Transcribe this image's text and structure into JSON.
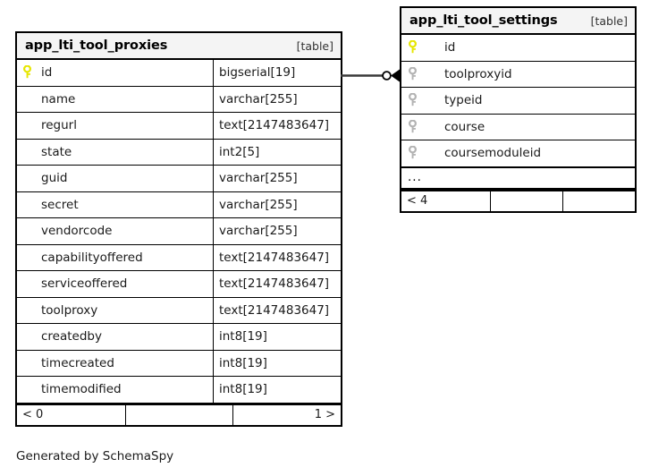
{
  "diagram": {
    "caption": "Generated by SchemaSpy",
    "background": "#ffffff",
    "line_color": "#3a3a3a",
    "pk_key_color": "#e6e600",
    "fk_key_color": "#b3b3b3",
    "border_color": "#000000",
    "header_background": "#f4f4f4"
  },
  "tables": {
    "proxies": {
      "name": "app_lti_tool_proxies",
      "kind": "[table]",
      "columns": [
        {
          "name": "id",
          "type": "bigserial[19]",
          "key": "primary"
        },
        {
          "name": "name",
          "type": "varchar[255]",
          "key": "none"
        },
        {
          "name": "regurl",
          "type": "text[2147483647]",
          "key": "none"
        },
        {
          "name": "state",
          "type": "int2[5]",
          "key": "none"
        },
        {
          "name": "guid",
          "type": "varchar[255]",
          "key": "none"
        },
        {
          "name": "secret",
          "type": "varchar[255]",
          "key": "none"
        },
        {
          "name": "vendorcode",
          "type": "varchar[255]",
          "key": "none"
        },
        {
          "name": "capabilityoffered",
          "type": "text[2147483647]",
          "key": "none"
        },
        {
          "name": "serviceoffered",
          "type": "text[2147483647]",
          "key": "none"
        },
        {
          "name": "toolproxy",
          "type": "text[2147483647]",
          "key": "none"
        },
        {
          "name": "createdby",
          "type": "int8[19]",
          "key": "none"
        },
        {
          "name": "timecreated",
          "type": "int8[19]",
          "key": "none"
        },
        {
          "name": "timemodified",
          "type": "int8[19]",
          "key": "none"
        }
      ],
      "footer": {
        "left": "< 0",
        "middle": "",
        "right": "1 >"
      }
    },
    "settings": {
      "name": "app_lti_tool_settings",
      "kind": "[table]",
      "columns": [
        {
          "name": "id",
          "key": "primary"
        },
        {
          "name": "toolproxyid",
          "key": "foreign"
        },
        {
          "name": "typeid",
          "key": "foreign"
        },
        {
          "name": "course",
          "key": "foreign"
        },
        {
          "name": "coursemoduleid",
          "key": "foreign"
        }
      ],
      "more_indicator": "...",
      "footer": {
        "left": "< 4",
        "middle": "",
        "right": ""
      }
    }
  },
  "relationship": {
    "from_table": "app_lti_tool_proxies",
    "from_column": "id",
    "to_table": "app_lti_tool_settings",
    "to_column": "toolproxyid",
    "notation": "crows-foot",
    "from_cardinality": "one",
    "to_cardinality": "zero-or-many"
  }
}
